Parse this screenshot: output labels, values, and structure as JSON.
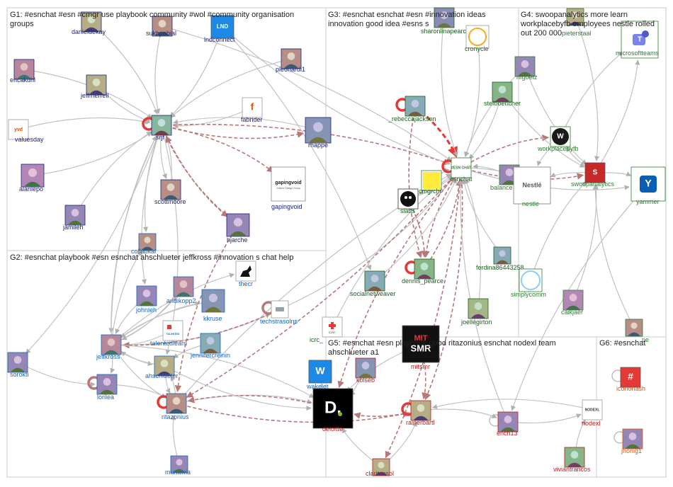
{
  "palette": {
    "G1": "#1a237e",
    "G2": "#1565c0",
    "G3": "#1b5e20",
    "G4": "#2e7d32",
    "G5": "#b71c1c",
    "G6": "#e65100",
    "edge": "#bdbdbd",
    "edge_strong": "#9e9e9e",
    "edge_red": "#b97777",
    "edge_bright_red": "#e53935",
    "panel_border": "#c8c8c8"
  },
  "groups": [
    {
      "id": "G1",
      "title_lines": [
        "G1: #esnchat #esn #cmgr use playbook community #wol #community organisation",
        "groups"
      ]
    },
    {
      "id": "G2",
      "title_lines": [
        "G2: #esnchat playbook #esn esnchat ahschlueter jeffkross #innovation s chat help"
      ]
    },
    {
      "id": "G3",
      "title_lines": [
        "G3: #esnchat esnchat #esn #innovation ideas",
        "innovation good idea #esns s"
      ]
    },
    {
      "id": "G4",
      "title_lines": [
        "G4: swoopanalytics more learn",
        "workplacebyfb employees nestle rolled",
        "out 200 000"
      ]
    },
    {
      "id": "G5",
      "title_lines": [
        "G5: #esnchat #esn playbook good ritazonius esnchat nodexl team",
        "ahschlueter a1"
      ]
    },
    {
      "id": "G6",
      "title_lines": [
        "G6: #esnchat"
      ]
    }
  ],
  "nodes": [
    {
      "id": "danieldekay",
      "label": "danieldekay",
      "group": "G1",
      "icon": "person-photo"
    },
    {
      "id": "sukhpabial",
      "label": "sukhpabial",
      "group": "G1",
      "icon": "person-photo"
    },
    {
      "id": "lndconnect",
      "label": "lndconnect",
      "group": "G1",
      "icon": "lnd-logo"
    },
    {
      "id": "pleonardi1",
      "label": "pleonardi1",
      "group": "G1",
      "icon": "person-photo"
    },
    {
      "id": "ericakuhl",
      "label": "ericakuhl",
      "group": "G1",
      "icon": "person-photo"
    },
    {
      "id": "jeffmerrell",
      "label": "jeffmerrell",
      "group": "G1",
      "icon": "person-photo"
    },
    {
      "id": "srjf",
      "label": "srjf",
      "group": "G1",
      "icon": "person-photo"
    },
    {
      "id": "fabrider",
      "label": "fabrider",
      "group": "G1",
      "icon": "fabrider-logo"
    },
    {
      "id": "rhappe",
      "label": "rhappe",
      "group": "G1",
      "icon": "person-photo"
    },
    {
      "id": "valuesday",
      "label": "valuesday",
      "group": "G1",
      "icon": "valuesday-logo"
    },
    {
      "id": "alanlepo",
      "label": "alanlepo",
      "group": "G1",
      "icon": "person-photo"
    },
    {
      "id": "scottmoore",
      "label": "scottmoore",
      "group": "G1",
      "icon": "person-photo"
    },
    {
      "id": "gapingvoid",
      "label": "gapingvoid",
      "group": "G1",
      "icon": "gapingvoid-logo"
    },
    {
      "id": "jamileh",
      "label": "jamileh",
      "group": "G1",
      "icon": "person-photo"
    },
    {
      "id": "hjarche",
      "label": "hjarche",
      "group": "G1",
      "icon": "person-photo"
    },
    {
      "id": "collabital",
      "label": "collabital",
      "group": "G2",
      "icon": "person-photo"
    },
    {
      "id": "thecr",
      "label": "thecr",
      "group": "G2",
      "icon": "horse-rider-logo"
    },
    {
      "id": "johnleh",
      "label": "johnleh",
      "group": "G2",
      "icon": "person-photo"
    },
    {
      "id": "andikopp2",
      "label": "andikopp2",
      "group": "G2",
      "icon": "person-photo"
    },
    {
      "id": "kkruse",
      "label": "kkruse",
      "group": "G2",
      "icon": "person-photo"
    },
    {
      "id": "techstrasolns",
      "label": "techstrasolns",
      "group": "G2",
      "icon": "techstra-logo"
    },
    {
      "id": "talentedlearn",
      "label": "talentedlearn",
      "group": "G2",
      "icon": "talented-logo"
    },
    {
      "id": "jeffkross",
      "label": "jeffkross",
      "group": "G2",
      "icon": "person-photo"
    },
    {
      "id": "jennifercreinin",
      "label": "jennifercreinin",
      "group": "G2",
      "icon": "person-photo"
    },
    {
      "id": "sorokti",
      "label": "sorokti",
      "group": "G2",
      "icon": "person-photo"
    },
    {
      "id": "ahschlueter",
      "label": "ahschlueter",
      "group": "G2",
      "icon": "person-photo"
    },
    {
      "id": "lorilea",
      "label": "lorilea",
      "group": "G2",
      "icon": "person-photo"
    },
    {
      "id": "wakelet",
      "label": "wakelet",
      "group": "G2",
      "icon": "wakelet-logo"
    },
    {
      "id": "ritazonius",
      "label": "ritazonius",
      "group": "G2",
      "icon": "person-photo"
    },
    {
      "id": "muhawia",
      "label": "muhawia",
      "group": "G2",
      "icon": "person-photo"
    },
    {
      "id": "sharonlinapearce",
      "label": "sharonlinapearce",
      "group": "G3",
      "icon": "person-photo"
    },
    {
      "id": "cronycle",
      "label": "cronycle",
      "group": "G3",
      "icon": "cronycle-logo"
    },
    {
      "id": "_rebeccajackson",
      "label": "_rebeccajackson",
      "group": "G3",
      "icon": "person-photo"
    },
    {
      "id": "stefboettcher",
      "label": "stefboettcher",
      "group": "G3",
      "icon": "person-photo"
    },
    {
      "id": "esnchat",
      "label": "esnchat",
      "group": "G3",
      "icon": "esnchat-logo"
    },
    {
      "id": "cmgrchi",
      "label": "cmgrchi",
      "group": "G3",
      "icon": "cmgrchi-logo"
    },
    {
      "id": "slatts",
      "label": "slatts",
      "group": "G3",
      "icon": "slatts-logo"
    },
    {
      "id": "dennis_pearce",
      "label": "dennis_pearce",
      "group": "G3",
      "icon": "person-photo"
    },
    {
      "id": "socialnetweaver",
      "label": "socialnetweaver",
      "group": "G3",
      "icon": "person-photo"
    },
    {
      "id": "ferdina86443258",
      "label": "ferdina86443258",
      "group": "G3",
      "icon": "person-photo"
    },
    {
      "id": "joellegirton",
      "label": "joellegirton",
      "group": "G3",
      "icon": "person-photo"
    },
    {
      "id": "icrc_",
      "label": "icrc_",
      "group": "G3",
      "icon": "icrc-logo"
    },
    {
      "id": "pieterstaal",
      "label": "pieterstaal",
      "group": "G4",
      "icon": "person-photo"
    },
    {
      "id": "microsoftteams",
      "label": "microsoftteams",
      "group": "G4",
      "icon": "teams-logo"
    },
    {
      "id": "nfgoetz",
      "label": "nfgoetz",
      "group": "G4",
      "icon": "person-photo"
    },
    {
      "id": "workplacebyfb",
      "label": "workplacebyfb",
      "group": "G4",
      "icon": "workplace-logo"
    },
    {
      "id": "balance",
      "label": "balance",
      "group": "G4",
      "icon": "person-photo"
    },
    {
      "id": "nestle",
      "label": "nestle",
      "group": "G4",
      "icon": "nestle-logo"
    },
    {
      "id": "swoopanalytics",
      "label": "swoopanalytics",
      "group": "G4",
      "icon": "swoop-logo"
    },
    {
      "id": "yammer",
      "label": "yammer",
      "group": "G4",
      "icon": "yammer-logo"
    },
    {
      "id": "simplycomm",
      "label": "simplycomm",
      "group": "G4",
      "icon": "simplycomm-logo"
    },
    {
      "id": "caikjaer",
      "label": "caikjaer",
      "group": "G4",
      "icon": "person-photo"
    },
    {
      "id": "pe_partial",
      "label": "pe",
      "group": "G4",
      "icon": "person-photo"
    },
    {
      "id": "mitsmr",
      "label": "mitsmr",
      "group": "G5",
      "icon": "mitsmr-logo"
    },
    {
      "id": "kolseb",
      "label": "kolseb",
      "group": "G5",
      "icon": "person-photo"
    },
    {
      "id": "deloitte",
      "label": "deloitte",
      "group": "G5",
      "icon": "deloitte-logo"
    },
    {
      "id": "rainerbartl",
      "label": "rainerbartl",
      "group": "G5",
      "icon": "person-photo"
    },
    {
      "id": "erich13",
      "label": "erich13",
      "group": "G5",
      "icon": "person-photo"
    },
    {
      "id": "nodexl",
      "label": "nodexl",
      "group": "G5",
      "icon": "nodexl-logo"
    },
    {
      "id": "viviantrancos",
      "label": "viviantrancos",
      "group": "G5",
      "icon": "person-photo"
    },
    {
      "id": "claritassol",
      "label": "claritassol",
      "group": "G5",
      "icon": "person-photo"
    },
    {
      "id": "iconohash",
      "label": "iconohash",
      "group": "G6",
      "icon": "hash-logo"
    },
    {
      "id": "jhonig1",
      "label": "jhonig1",
      "group": "G6",
      "icon": "person-photo"
    }
  ],
  "logo_text": {
    "lndconnect": "LND",
    "gapingvoid": "gapingvoid",
    "gapingvoid_sub": "Culture Design Group",
    "valuesday": "yvd",
    "esnchat": "#ESN CHAT",
    "nestle": "Nestlé",
    "mitsmr_top": "MIT",
    "mitsmr_bottom": "SMR",
    "deloitte": "D.",
    "nodexl": "NODEXL",
    "iconohash": "#",
    "icrc": "ICRC",
    "talented": "TALENTED"
  }
}
